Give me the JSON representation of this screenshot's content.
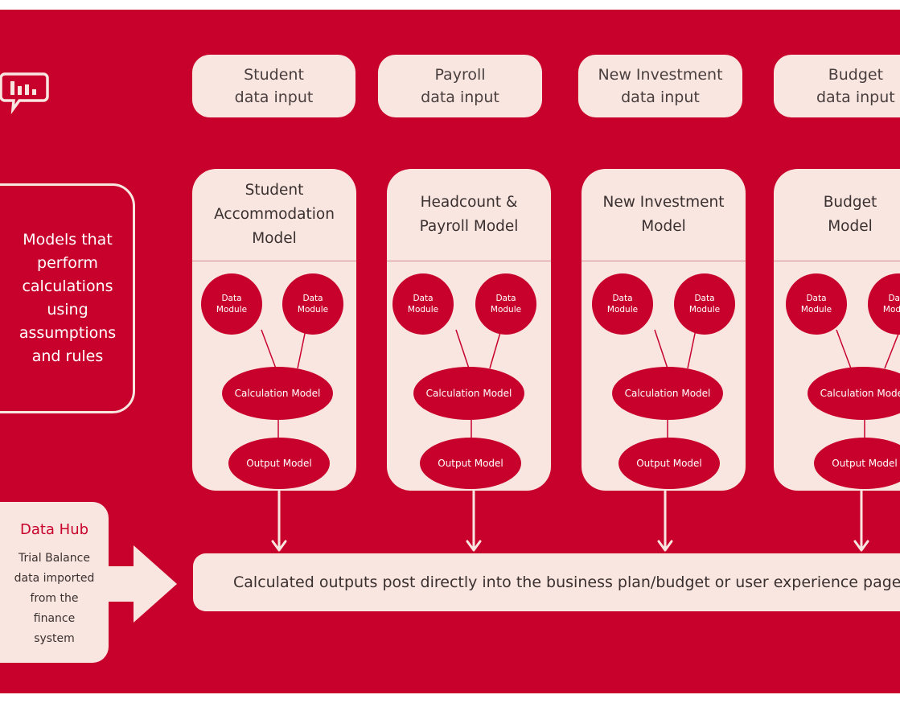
{
  "inputs": [
    {
      "label": "Student\ndata input"
    },
    {
      "label": "Payroll\ndata input"
    },
    {
      "label": "New Investment\ndata input"
    },
    {
      "label": "Budget\ndata input"
    }
  ],
  "models_label": "Models that\nperform\ncalculations\nusing\nassumptions\nand rules",
  "models": [
    {
      "title": "Student\nAccommodation\nModel"
    },
    {
      "title": "Headcount &\nPayroll Model"
    },
    {
      "title": "New Investment\nModel"
    },
    {
      "title": "Budget\nModel"
    }
  ],
  "data_module_label": "Data\nModule",
  "calculation_model_label": "Calculation Model",
  "output_model_label": "Output Model",
  "data_hub": {
    "title": "Data Hub",
    "description": "Trial Balance\ndata imported\nfrom the\nfinance\nsystem"
  },
  "outputs_text": "Calculated outputs post directly into the business plan/budget or user experience pages",
  "colors": {
    "background": "#c8002c",
    "panel": "#f9e6e0",
    "text": "#3a3030"
  },
  "icon": "chat-bar-chart-icon"
}
